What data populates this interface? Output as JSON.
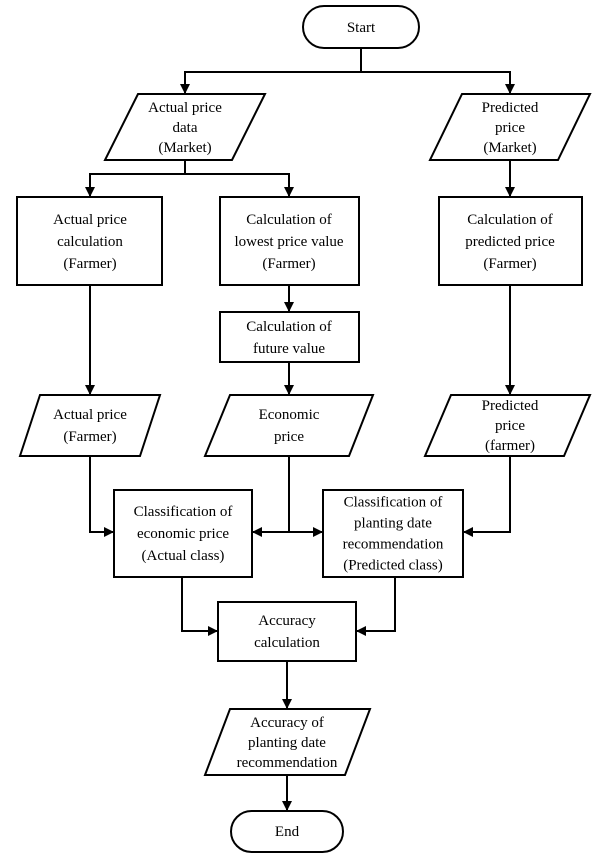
{
  "nodes": {
    "start": {
      "lines": [
        "Start"
      ]
    },
    "actual_price_market": {
      "lines": [
        "Actual price",
        "data",
        "(Market)"
      ]
    },
    "predicted_price_market": {
      "lines": [
        "Predicted",
        "price",
        "(Market)"
      ]
    },
    "actual_price_calc": {
      "lines": [
        "Actual price",
        "calculation",
        "(Farmer)"
      ]
    },
    "lowest_price_calc": {
      "lines": [
        "Calculation of",
        "lowest price value",
        "(Farmer)"
      ]
    },
    "predicted_price_calc": {
      "lines": [
        "Calculation of",
        "predicted price",
        "(Farmer)"
      ]
    },
    "future_value_calc": {
      "lines": [
        "Calculation of",
        "future value"
      ]
    },
    "actual_price_farmer": {
      "lines": [
        "Actual price",
        "(Farmer)"
      ]
    },
    "economic_price": {
      "lines": [
        "Economic",
        "price"
      ]
    },
    "predicted_price_farmer": {
      "lines": [
        "Predicted",
        "price",
        "(farmer)"
      ]
    },
    "class_economic": {
      "lines": [
        "Classification of",
        "economic price",
        "(Actual class)"
      ]
    },
    "class_planting": {
      "lines": [
        "Classification of",
        "planting date",
        "recommendation",
        "(Predicted class)"
      ]
    },
    "accuracy_calc": {
      "lines": [
        "Accuracy",
        "calculation"
      ]
    },
    "accuracy_result": {
      "lines": [
        "Accuracy of",
        "planting date",
        "recommendation"
      ]
    },
    "end": {
      "lines": [
        "End"
      ]
    }
  },
  "colors": {
    "stroke": "#000000",
    "fill": "#ffffff",
    "text": "#000000"
  }
}
